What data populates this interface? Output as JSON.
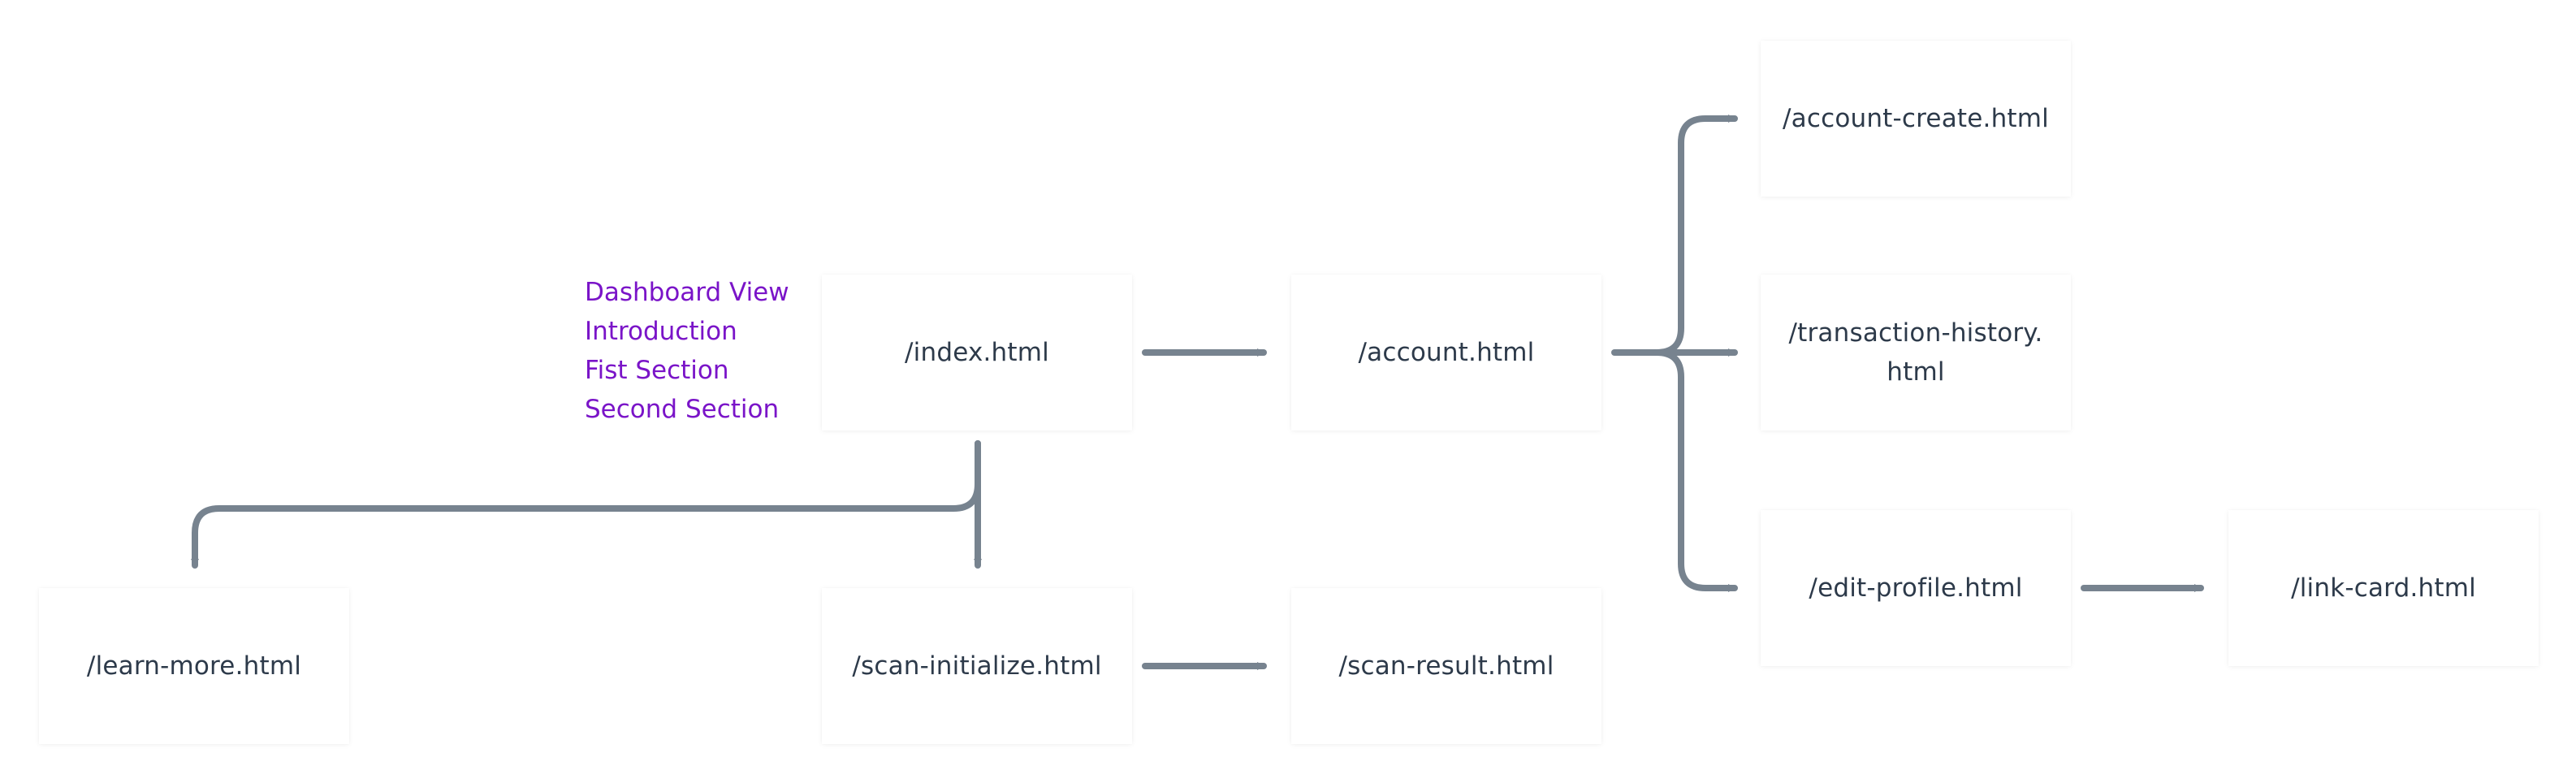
{
  "colors": {
    "edge": "#77838f",
    "node_text": "#2d3a4a",
    "annotation_text": "#7a14c8",
    "node_bg": "#ffffff"
  },
  "nodes": {
    "index": "/index.html",
    "account": "/account.html",
    "account_create": "/account-create.html",
    "transaction_history": "/transaction-history.html",
    "edit_profile": "/edit-profile.html",
    "link_card": "/link-card.html",
    "learn_more": "/learn-more.html",
    "scan_initialize": "/scan-initialize.html",
    "scan_result": "/scan-result.html"
  },
  "annotations": [
    "Dashboard View",
    "Introduction",
    "Fist Section",
    "Second Section"
  ],
  "edges": [
    {
      "from": "/index.html",
      "to": "/account.html"
    },
    {
      "from": "/index.html",
      "to": "/learn-more.html"
    },
    {
      "from": "/index.html",
      "to": "/scan-initialize.html"
    },
    {
      "from": "/account.html",
      "to": "/account-create.html"
    },
    {
      "from": "/account.html",
      "to": "/transaction-history.html"
    },
    {
      "from": "/account.html",
      "to": "/edit-profile.html"
    },
    {
      "from": "/edit-profile.html",
      "to": "/link-card.html"
    },
    {
      "from": "/scan-initialize.html",
      "to": "/scan-result.html"
    }
  ]
}
